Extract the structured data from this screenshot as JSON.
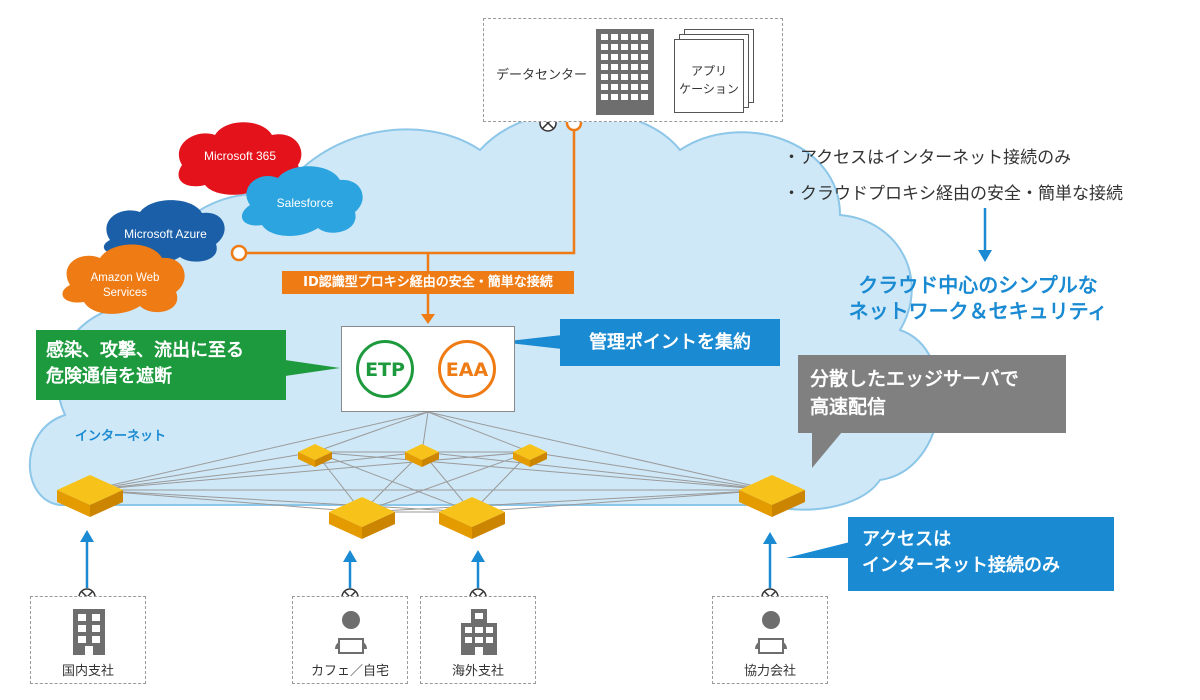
{
  "datacenter": {
    "label": "データセンター",
    "app_label_line1": "アプリ",
    "app_label_line2": "ケーション"
  },
  "clouds": {
    "ms365": "Microsoft 365",
    "salesforce": "Salesforce",
    "azure": "Microsoft Azure",
    "aws_line1": "Amazon Web",
    "aws_line2": "Services"
  },
  "proxy_label": "ID認識型プロキシ経由の安全・簡単な接続",
  "services": {
    "etp": "ETP",
    "eaa": "EAA"
  },
  "callouts": {
    "management": "管理ポイントを集約",
    "threats_line1": "感染、攻撃、流出に至る",
    "threats_line2": "危険通信を遮断",
    "edge_line1": "分散したエッジサーバで",
    "edge_line2": "高速配信",
    "access_line1": "アクセスは",
    "access_line2": "インターネット接続のみ"
  },
  "internet_label": "インターネット",
  "bullets": [
    "アクセスはインターネット接続のみ",
    "クラウドプロキシ経由の安全・簡単な接続"
  ],
  "conclusion_line1": "クラウド中心のシンプルな",
  "conclusion_line2": "ネットワーク＆セキュリティ",
  "sites": [
    {
      "label": "国内支社",
      "icon": "building-icon"
    },
    {
      "label": "カフェ／自宅",
      "icon": "person-laptop-icon"
    },
    {
      "label": "海外支社",
      "icon": "office-tower-icon"
    },
    {
      "label": "協力会社",
      "icon": "person-laptop-icon"
    }
  ],
  "colors": {
    "cloud_fill": "#cfe8f7",
    "cloud_stroke": "#8cc6e8",
    "orange": "#ee7b14",
    "blue": "#1a8ad2",
    "green": "#1e9a3e",
    "gray": "#808080",
    "node": "#f5b400",
    "ms365_red": "#e4121b",
    "salesforce_blue": "#2ba4e0",
    "azure_blue": "#1a5fa8"
  }
}
